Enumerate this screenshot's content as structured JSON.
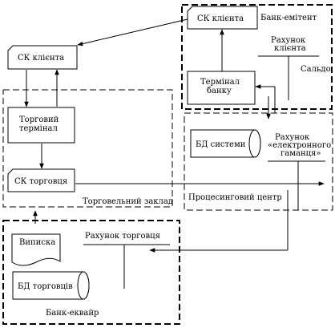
{
  "zones": {
    "issuer_bank": "Банк-емітент",
    "merchant": "Торговельний заклад",
    "processing": "Процесинговий центр",
    "acquirer_bank": "Банк-еквайр"
  },
  "nodes": {
    "card_issuer": "СК клієнта",
    "client_account": [
      "Рахунок",
      "клієнта"
    ],
    "balance": "Сальдо",
    "bank_terminal": [
      "Термінал",
      "банку"
    ],
    "card_client": "СК клієнта",
    "trade_terminal": [
      "Торговий",
      "термінал"
    ],
    "card_merchant": "СК торговця",
    "system_db": "БД системи",
    "wallet_account": [
      "Рахунок",
      "«електронного",
      "гаманця»"
    ],
    "statement": "Виписка",
    "merchant_account": "Рахунок торговця",
    "merchant_db": "БД торговців"
  }
}
